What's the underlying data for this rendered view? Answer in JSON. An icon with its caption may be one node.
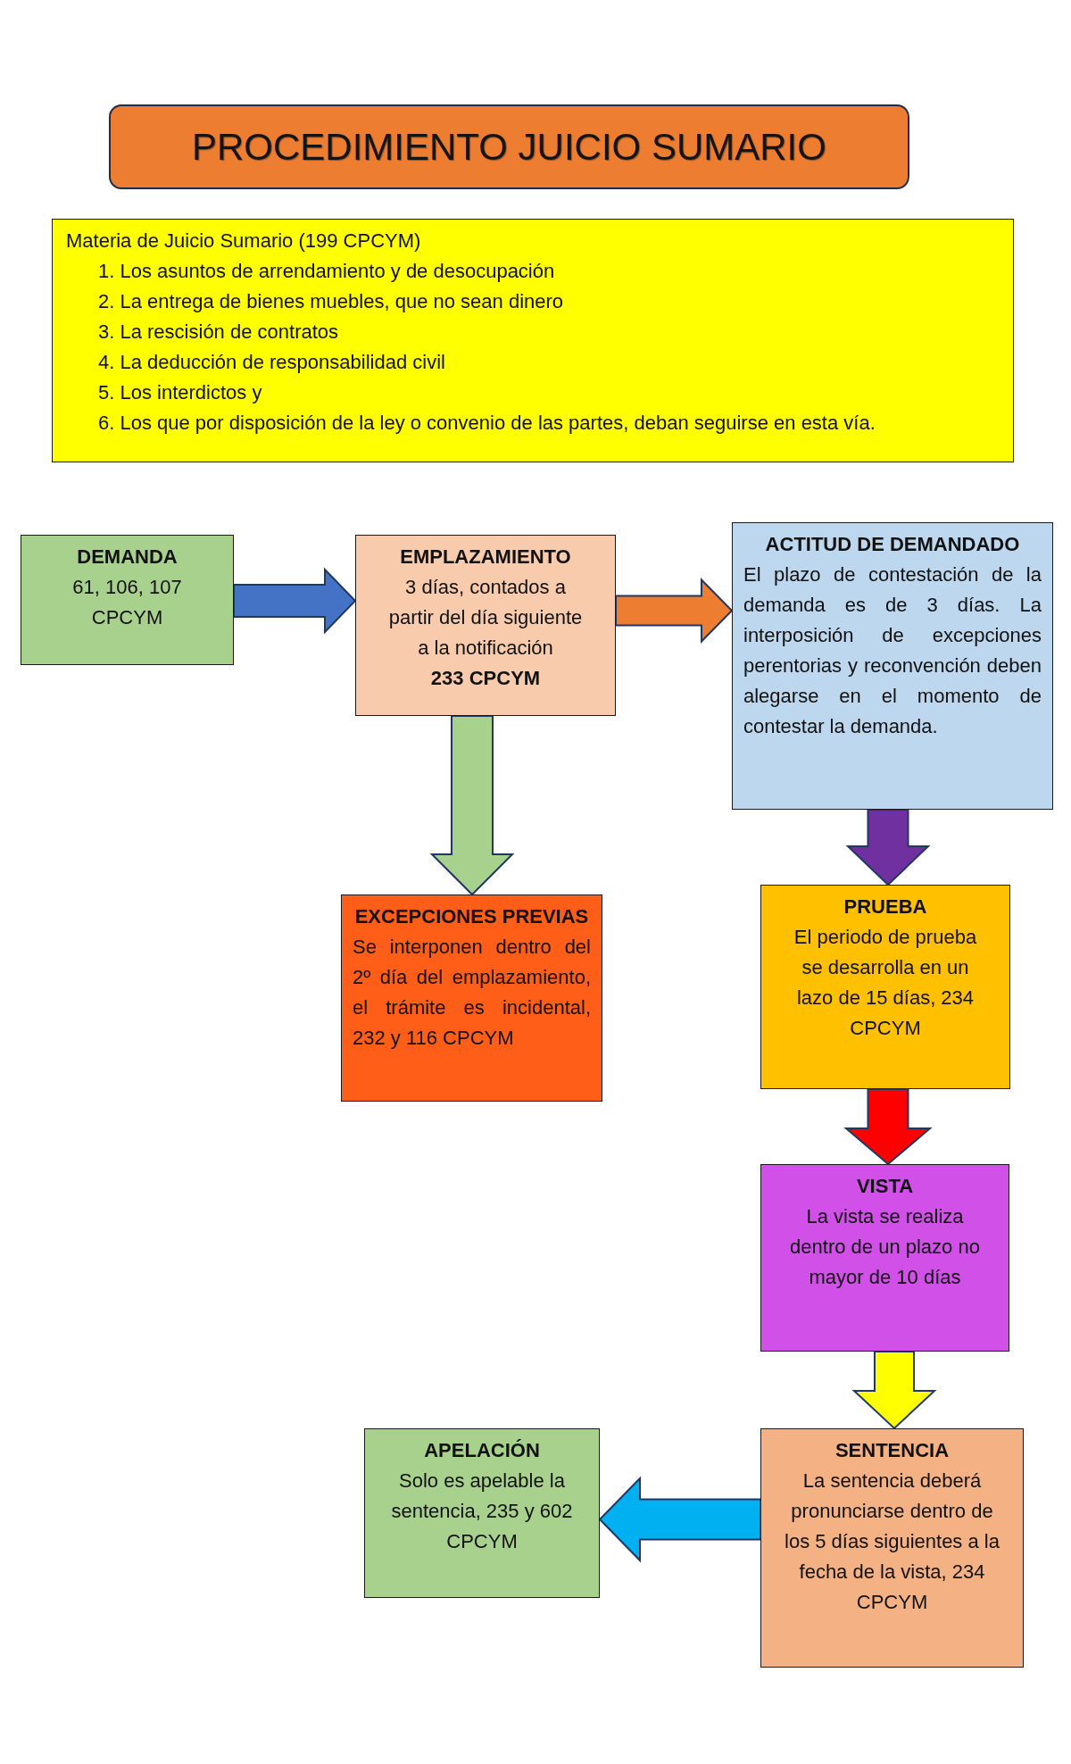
{
  "diagram": {
    "title": "PROCEDIMIENTO JUICIO SUMARIO",
    "nodes": [
      {
        "text": [
          "Materia de Juicio Sumario (199 CPCYM)",
          "1. Los asuntos de arrendamiento y de desocupación",
          "2. La entrega de bienes muebles, que no sean dinero",
          "3. La rescisión de contratos",
          "4. La deducción de responsabilidad civil",
          "5. Los interdictos y",
          "6. Los que por disposición de la ley o convenio de las partes, deban seguirse en esta vía."
        ]
      },
      {
        "text": [
          "DEMANDA",
          "61, 106, 107 CPCYM"
        ]
      },
      {
        "text": [
          "EMPLAZAMIENTO",
          "3 días, contados a partir del día siguiente a la notificación",
          "233 CPCYM"
        ]
      },
      {
        "text": [
          "ACTITUD DE DEMANDADO",
          "El plazo de contestación de la demanda es de 3 días. La interposición de excepciones perentorias y reconvención deben alegarse en el momento de contestar la demanda."
        ]
      },
      {
        "text": [
          "EXCEPCIONES PREVIAS",
          "Se interponen dentro del 2º día del emplazamiento, el trámite es incidental, 232 y 116 CPCYM"
        ]
      },
      {
        "text": [
          "PRUEBA",
          "El periodo de prueba se desarrolla en un lazo de 15 días, 234 CPCYM"
        ]
      },
      {
        "text": [
          "VISTA",
          "La vista se realiza dentro de un plazo no mayor de 10 días"
        ]
      },
      {
        "text": [
          "SENTENCIA",
          "La sentencia deberá pronunciarse dentro de los 5 días siguientes a la fecha de la vista, 234 CPCYM"
        ]
      },
      {
        "text": [
          "APELACIÓN",
          "Solo es apelable la sentencia, 235 y 602 CPCYM"
        ]
      }
    ],
    "edges": [
      {
        "from": 1,
        "to": 2,
        "arrow": "to",
        "color": "#4472c4"
      },
      {
        "from": 2,
        "to": 3,
        "arrow": "to",
        "color": "#ed7d31"
      },
      {
        "from": 2,
        "to": 4,
        "arrow": "to",
        "color": "#a9d18e"
      },
      {
        "from": 3,
        "to": 5,
        "arrow": "to",
        "color": "#7030a0"
      },
      {
        "from": 5,
        "to": 6,
        "arrow": "to",
        "color": "#ff0000"
      },
      {
        "from": 6,
        "to": 7,
        "arrow": "to",
        "color": "#ffff00"
      },
      {
        "from": 7,
        "to": 8,
        "arrow": "to",
        "color": "#00b0f0"
      }
    ]
  }
}
